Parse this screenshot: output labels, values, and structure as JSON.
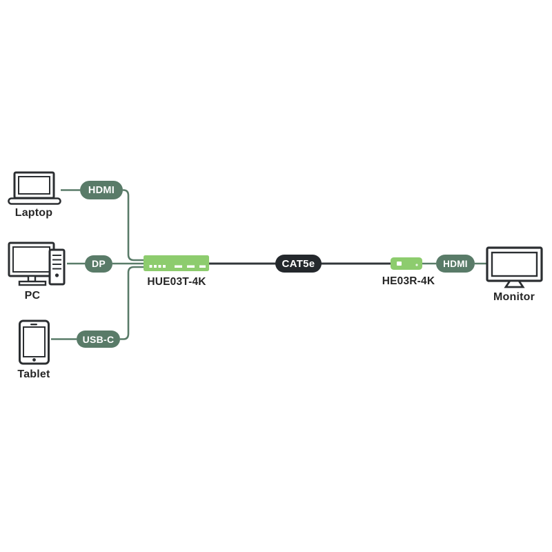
{
  "diagram": {
    "sources": [
      {
        "device": "Laptop",
        "connector": "HDMI"
      },
      {
        "device": "PC",
        "connector": "DP"
      },
      {
        "device": "Tablet",
        "connector": "USB-C"
      }
    ],
    "transmitter": {
      "model": "HUE03T-4K"
    },
    "cable": {
      "label": "CAT5e"
    },
    "receiver": {
      "model": "HE03R-4K"
    },
    "display": {
      "connector": "HDMI",
      "device": "Monitor"
    }
  },
  "colors": {
    "background": "#ffffff",
    "unit_green": "#8dcc6e",
    "badge_sage": "#597b68",
    "cable_pill_dark": "#24282c",
    "line_green": "#597b68",
    "line_dark": "#303539",
    "icon_stroke": "#2b2e31",
    "text_dark": "#262626",
    "port_marks": "#ffffff"
  }
}
